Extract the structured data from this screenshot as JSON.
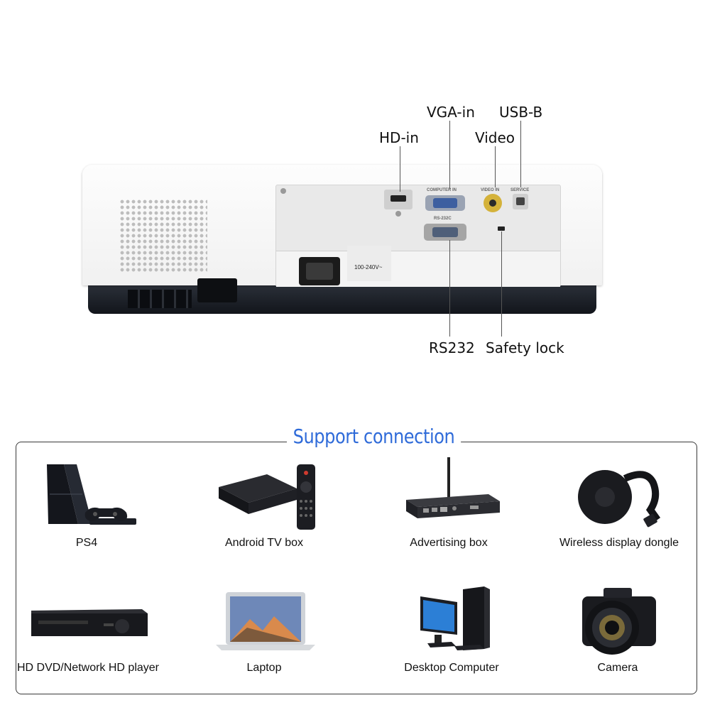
{
  "projector": {
    "callouts": {
      "vga_in": "VGA-in",
      "usb_b": "USB-B",
      "hd_in": "HD-in",
      "video": "Video",
      "rs232": "RS232",
      "safety_lock": "Safety lock"
    },
    "port_labels": {
      "computer_in": "COMPUTER IN",
      "video_in": "VIDEO IN",
      "service": "SERVICE",
      "rs232c": "RS-232C"
    },
    "voltage_label": "100-240V~"
  },
  "support": {
    "title": "Support connection",
    "devices": [
      {
        "label": "PS4",
        "icon": "ps4-console-icon"
      },
      {
        "label": "Android TV box",
        "icon": "android-tv-box-icon"
      },
      {
        "label": "Advertising box",
        "icon": "advertising-box-icon"
      },
      {
        "label": "Wireless display dongle",
        "icon": "wireless-dongle-icon"
      },
      {
        "label": "HD DVD/Network HD player",
        "icon": "dvd-player-icon"
      },
      {
        "label": "Laptop",
        "icon": "laptop-icon"
      },
      {
        "label": "Desktop Computer",
        "icon": "desktop-computer-icon"
      },
      {
        "label": "Camera",
        "icon": "camera-icon"
      }
    ]
  },
  "colors": {
    "title_blue": "#2f6bd9",
    "projector_body": "#f4f4f4",
    "projector_base": "#1a1d23"
  }
}
